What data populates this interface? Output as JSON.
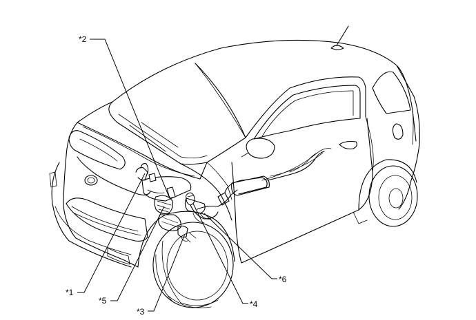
{
  "figure": {
    "background": "#ffffff",
    "line_color": "#000000"
  },
  "callouts": {
    "c1": "*1",
    "c2": "*2",
    "c3": "*3",
    "c4": "*4",
    "c5": "*5",
    "c6": "*6"
  }
}
